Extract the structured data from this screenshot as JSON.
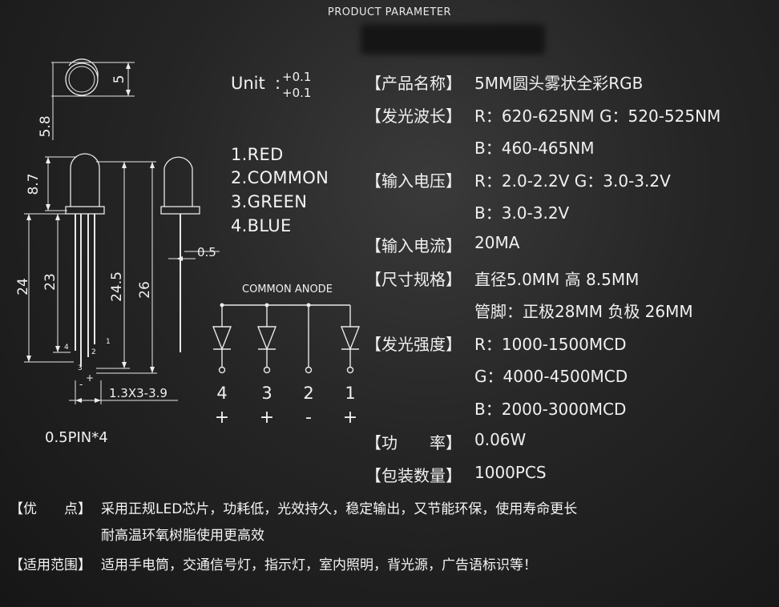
{
  "header": {
    "title": "PRODUCT PARAMETER"
  },
  "unit": {
    "label": "Unit",
    "tol_plus": "+0.1",
    "tol_minus": "+0.1"
  },
  "pins": [
    "1.RED",
    "2.COMMON",
    "3.GREEN",
    "4.BLUE"
  ],
  "drawing": {
    "dims": {
      "width": "5",
      "height_top": "5.8",
      "dome": "8.7",
      "len24": "24",
      "len23": "23",
      "len245": "24.5",
      "len26": "26",
      "lead": "0.5",
      "pitch": "1.3X3-3.9"
    },
    "pin_nums": [
      "4",
      "3",
      "2",
      "1"
    ],
    "pin_signs": [
      "+",
      "-"
    ],
    "pin_caption": "0.5PIN*4"
  },
  "circuit": {
    "title": "COMMON ANODE",
    "pins": [
      {
        "num": "4",
        "sign": "+"
      },
      {
        "num": "3",
        "sign": "+"
      },
      {
        "num": "2",
        "sign": "-"
      },
      {
        "num": "1",
        "sign": "+"
      }
    ]
  },
  "specs": [
    {
      "label": "【产品名称】",
      "value": "5MM圆头雾状全彩RGB"
    },
    {
      "label": "【发光波长】",
      "value": "R：620-625NM G：520-525NM"
    },
    {
      "label": "",
      "value": "B：460-465NM"
    },
    {
      "label": "【输入电压】",
      "value": "R：2.0-2.2V G：3.0-3.2V"
    },
    {
      "label": "",
      "value": "B：3.0-3.2V"
    },
    {
      "label": "【输入电流】",
      "value": "20MA"
    },
    {
      "label": "【尺寸规格】",
      "value": "直径5.0MM 高 8.5MM"
    },
    {
      "label": "",
      "value": "管脚：正极28MM 负极 26MM"
    },
    {
      "label": "【发光强度】",
      "value": "R：1000-1500MCD"
    },
    {
      "label": "",
      "value": "G：4000-4500MCD"
    },
    {
      "label": "",
      "value": "B：2000-3000MCD"
    },
    {
      "label": "【功　　率】",
      "value": "0.06W"
    },
    {
      "label": "【包装数量】",
      "value": "1000PCS"
    }
  ],
  "advantages": {
    "label": "【优　　点】",
    "line1": "采用正规LED芯片，功耗低，光效持久，稳定输出，又节能环保，使用寿命更长",
    "line2": "耐高温环氧树脂使用更高效"
  },
  "applications": {
    "label": "【适用范围】",
    "text": "适用手电筒，交通信号灯，指示灯，室内照明，背光源，广告语标识等！"
  }
}
